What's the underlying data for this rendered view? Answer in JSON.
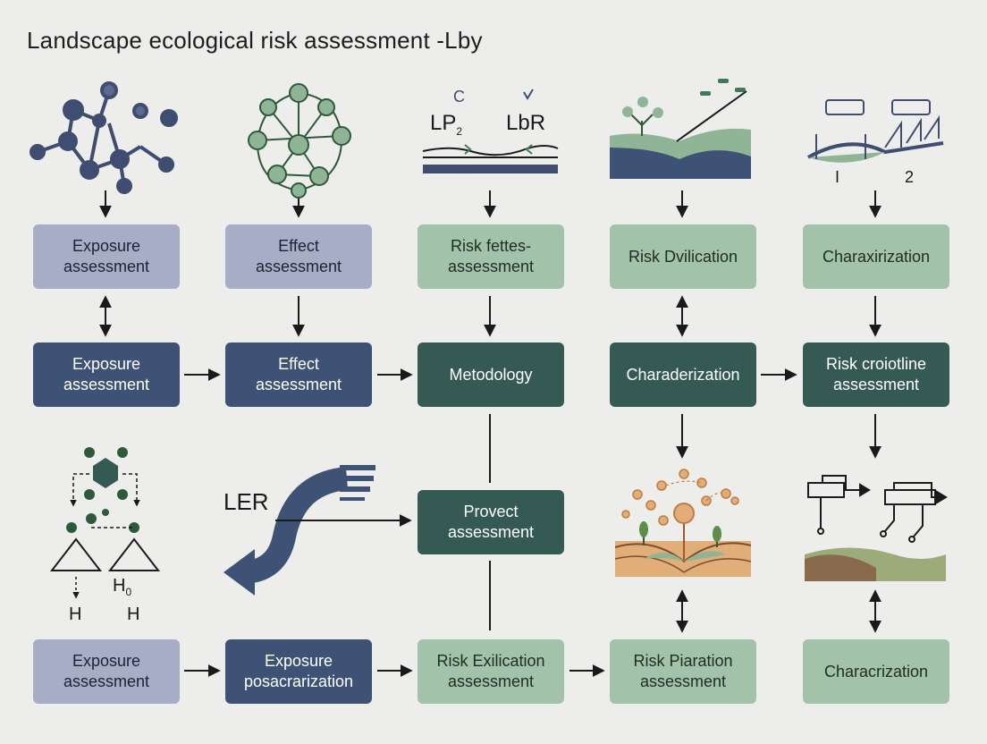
{
  "title": "Landscape ecological risk assessment -Lby",
  "colors": {
    "background": "#ededeb",
    "lavender_box": "#a7adc6",
    "sage_box": "#a2c2aa",
    "navy_box": "#3d5274",
    "teal_box": "#355a53",
    "molecule_blue": "#3e4d70",
    "network_green": "#8fb596",
    "soil_orange": "#e1ad78"
  },
  "icons": {
    "col1": "molecule-icon",
    "col2": "network-icon",
    "col3": "river-section-icon",
    "col4": "terrain-slope-icon",
    "col5": "bridge-profile-icon",
    "lower_left": "hexagon-structure-icon",
    "curved_arrow": "curved-arrow-icon",
    "lower_col4": "soil-plants-icon",
    "lower_col5": "circuit-terrain-icon"
  },
  "icon_text": {
    "col3_c": "C",
    "col3_lp": "LP",
    "col3_lp_sub": "2",
    "col3_lbr": "LbR",
    "col5_1": "I",
    "col5_2": "2",
    "ler": "LER",
    "h_left": "H",
    "h_right": "H",
    "h_sub": "0"
  },
  "row1": [
    {
      "label": "Exposure\nassessment"
    },
    {
      "label": "Effect\nassessment"
    },
    {
      "label": "Risk fettes-\nassessment"
    },
    {
      "label": "Risk Dvilication"
    },
    {
      "label": "Charaxirization"
    }
  ],
  "row2": [
    {
      "label": "Exposure\nassessment"
    },
    {
      "label": "Effect\nassessment"
    },
    {
      "label": "Metodology"
    },
    {
      "label": "Charaderization"
    },
    {
      "label": "Risk croiotline\nassessment"
    }
  ],
  "middle": {
    "label": "Provect\nassessment"
  },
  "row3": [
    {
      "label": "Exposure\nassessment"
    },
    {
      "label": "Exposure\nposacrarization"
    },
    {
      "label": "Risk Exilication\nassessment"
    },
    {
      "label": "Risk Piaration\nassessment"
    },
    {
      "label": "Characrization"
    }
  ]
}
